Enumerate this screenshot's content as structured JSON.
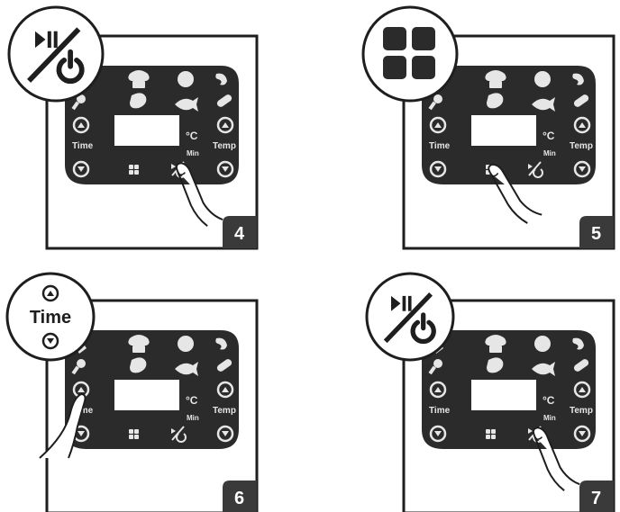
{
  "panels": [
    {
      "step": "4",
      "callout": "start-stop-power"
    },
    {
      "step": "5",
      "callout": "menu"
    },
    {
      "step": "6",
      "callout": "time-adjust",
      "callout_label": "Time"
    },
    {
      "step": "7",
      "callout": "start-stop-power"
    }
  ],
  "control_panel": {
    "time_label": "Time",
    "temp_label": "Temp",
    "celsius_label": "°C",
    "min_label": "Min"
  },
  "colors": {
    "panel_fill": "#2b2b2b",
    "outline": "#1e1e1e",
    "step_badge": "#3a3a3a",
    "icon_light": "#e6e6e6"
  }
}
